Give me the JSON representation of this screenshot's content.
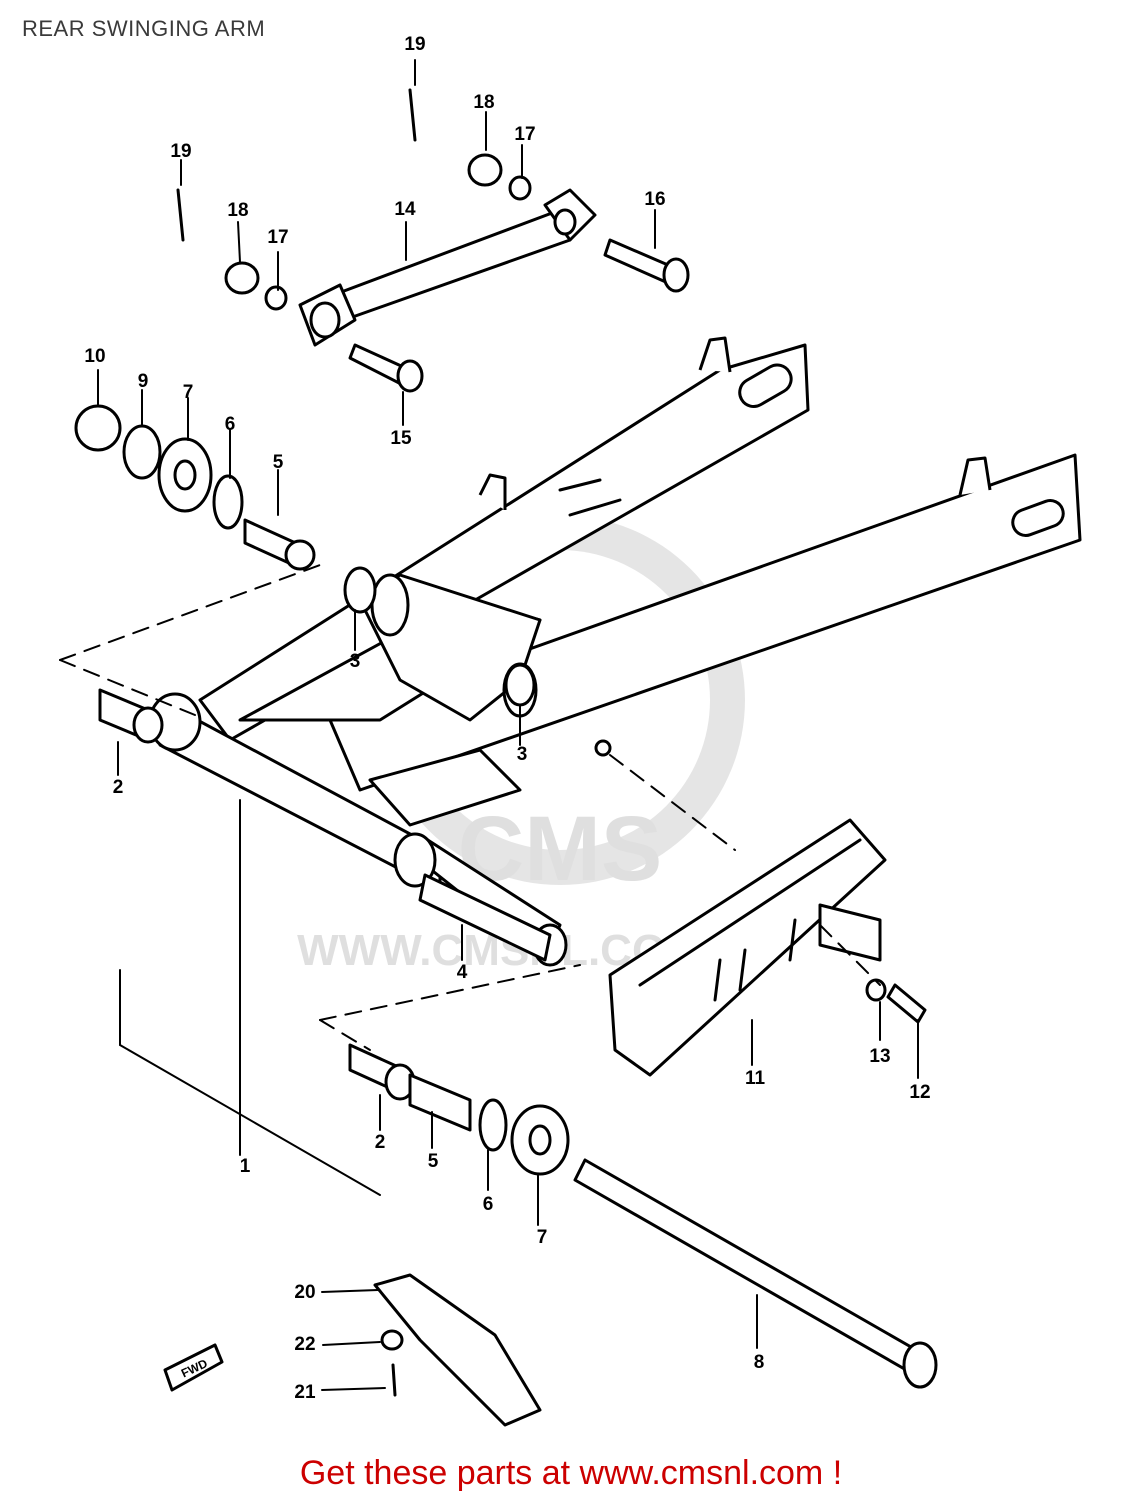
{
  "header": {
    "title": "REAR SWINGING ARM"
  },
  "watermark": {
    "brand": "CMS",
    "url": "WWW.CMSNL.COM"
  },
  "callouts": [
    "1",
    "2",
    "2",
    "3",
    "3",
    "4",
    "5",
    "5",
    "6",
    "6",
    "7",
    "7",
    "8",
    "9",
    "10",
    "11",
    "12",
    "13",
    "14",
    "15",
    "16",
    "17",
    "17",
    "18",
    "18",
    "19",
    "19",
    "20",
    "21",
    "22"
  ],
  "front_marker": "FWD",
  "footer": {
    "text": "Get these parts at www.cmsnl.com !"
  }
}
